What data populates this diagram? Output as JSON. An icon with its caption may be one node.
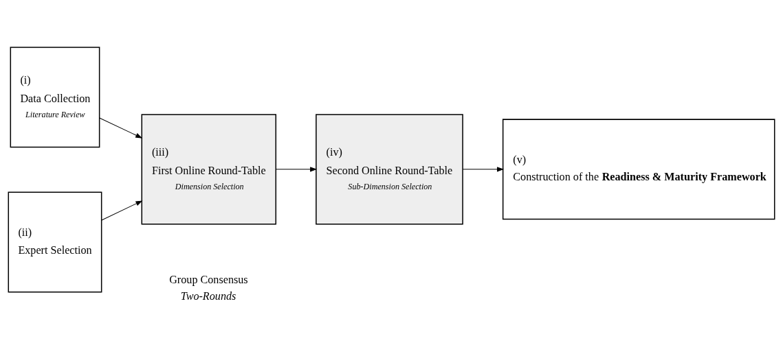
{
  "diagram": {
    "nodes": [
      {
        "text": [
          "(i)",
          "Data Collection",
          "Literature Review"
        ]
      },
      {
        "text": [
          "(ii)",
          "Expert Selection"
        ]
      },
      {
        "text": [
          "(iii)",
          "First Online Round-Table",
          "Dimension Selection"
        ]
      },
      {
        "text": [
          "(iv)",
          "Second Online Round-Table",
          "Sub-Dimension Selection"
        ]
      },
      {
        "text": [
          "(v)",
          "Construction of the **Readiness & Maturity Framework**"
        ]
      }
    ],
    "edges": [
      {
        "from": 0,
        "to": 2,
        "arrow": "to"
      },
      {
        "from": 1,
        "to": 2,
        "arrow": "to"
      },
      {
        "from": 2,
        "to": 3,
        "arrow": "to"
      },
      {
        "from": 3,
        "to": 4,
        "arrow": "to"
      }
    ],
    "labels": [
      "Group Consensus",
      "Two-Rounds"
    ]
  }
}
